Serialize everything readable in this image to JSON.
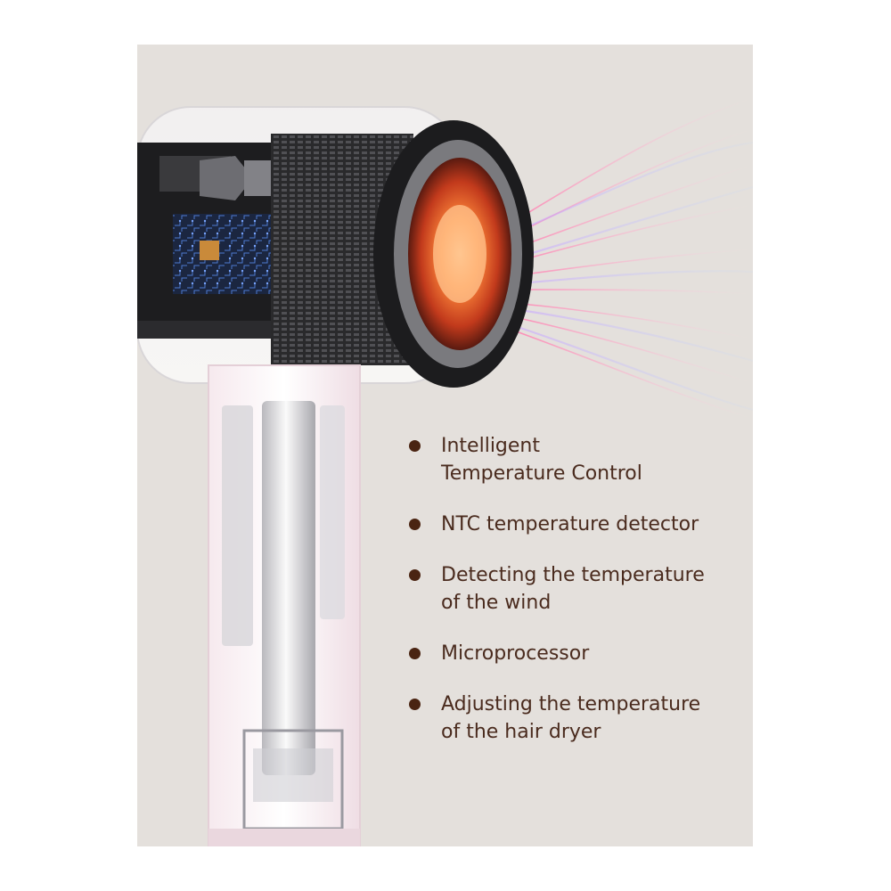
{
  "features": [
    {
      "text": "Intelligent\nTemperature Control"
    },
    {
      "text": "NTC temperature detector"
    },
    {
      "text": "Detecting the temperature\nof the wind"
    },
    {
      "text": "Microprocessor"
    },
    {
      "text": "Adjusting the temperature\nof the hair dryer"
    }
  ],
  "colors": {
    "background": "#e4e0dc",
    "text": "#4a2b1e",
    "bullet": "#4a2412",
    "heater_glow": "#ff6a2a",
    "airflow_pink": "#f4a6c8",
    "airflow_blue": "#a9c8f0",
    "handle": "#f2e6ea"
  }
}
